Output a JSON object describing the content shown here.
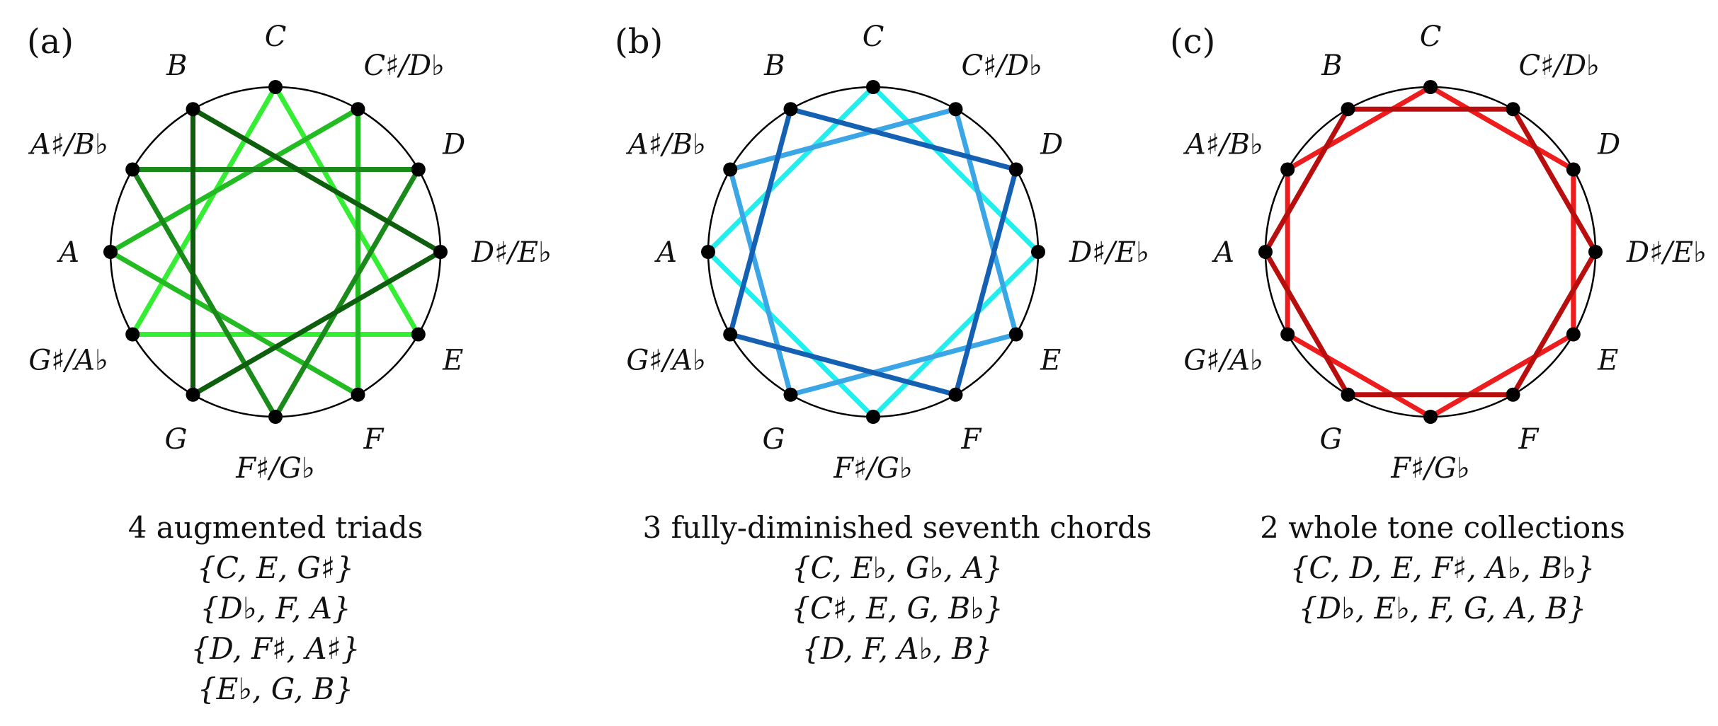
{
  "notes": [
    "C",
    "C♯/D♭",
    "D",
    "D♯/E♭",
    "E",
    "F",
    "F♯/G♭",
    "G",
    "G♯/A♭",
    "A",
    "A♯/B♭",
    "B"
  ],
  "panels": [
    {
      "letter": "(a)",
      "title": "4 augmented triads",
      "sets": [
        "{C, E, G♯}",
        "{D♭, F, A}",
        "{D, F♯, A♯}",
        "{E♭, G, B}"
      ],
      "groups": [
        {
          "notes": [
            0,
            4,
            8
          ],
          "color": "#33ee33"
        },
        {
          "notes": [
            1,
            5,
            9
          ],
          "color": "#22bb22"
        },
        {
          "notes": [
            2,
            6,
            10
          ],
          "color": "#1a8a1a"
        },
        {
          "notes": [
            3,
            7,
            11
          ],
          "color": "#0d5e0d"
        }
      ]
    },
    {
      "letter": "(b)",
      "title": "3 fully-diminished seventh chords",
      "sets": [
        "{C, E♭, G♭, A}",
        "{C♯, E, G, B♭}",
        "{D, F, A♭, B}"
      ],
      "groups": [
        {
          "notes": [
            0,
            3,
            6,
            9
          ],
          "color": "#22eeee"
        },
        {
          "notes": [
            1,
            4,
            7,
            10
          ],
          "color": "#3aa6e6"
        },
        {
          "notes": [
            2,
            5,
            8,
            11
          ],
          "color": "#1461b4"
        }
      ]
    },
    {
      "letter": "(c)",
      "title": "2 whole tone collections",
      "sets": [
        "{C, D, E, F♯, A♭, B♭}",
        "{D♭, E♭, F, G, A, B}"
      ],
      "groups": [
        {
          "notes": [
            0,
            2,
            4,
            6,
            8,
            10
          ],
          "color": "#ee1c1c"
        },
        {
          "notes": [
            1,
            3,
            5,
            7,
            9,
            11
          ],
          "color": "#b80e0e"
        }
      ]
    }
  ]
}
